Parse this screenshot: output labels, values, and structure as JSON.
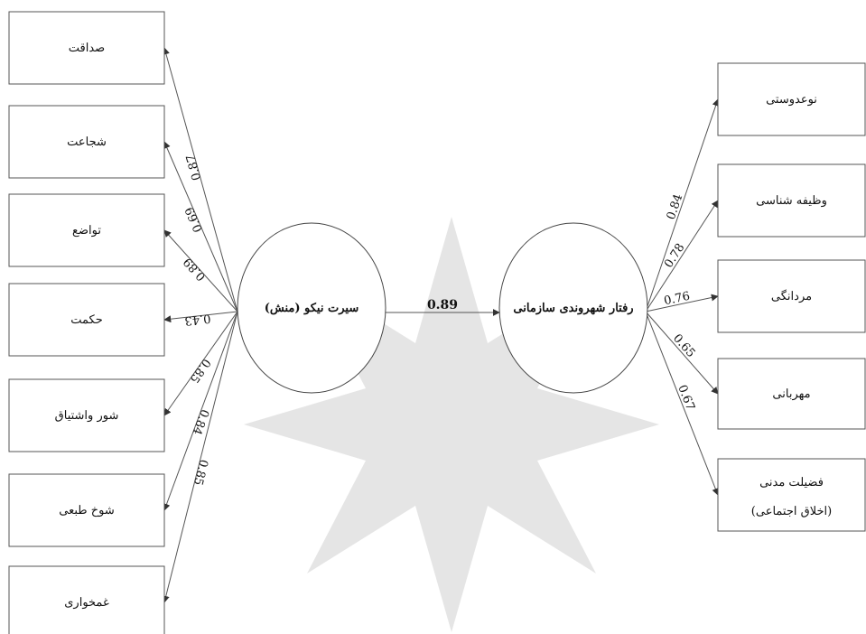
{
  "left_factor": {
    "label": "سیرت نیکو (منش)"
  },
  "right_factor": {
    "label": "رفتار شهروندی سازمانی"
  },
  "path_coefficient": "0.89",
  "left_indicators": [
    {
      "label": "صداقت",
      "loading": "0.87"
    },
    {
      "label": "شجاعت",
      "loading": "0.69"
    },
    {
      "label": "تواضع",
      "loading": "0.89"
    },
    {
      "label": "حکمت",
      "loading": "0.43"
    },
    {
      "label": "شور واشتیاق",
      "loading": "0.85"
    },
    {
      "label": "شوخ طبعی",
      "loading": "0.84"
    },
    {
      "label": "غمخواری",
      "loading": "0.85"
    }
  ],
  "right_indicators": [
    {
      "label": "نوعدوستی",
      "loading": "0.84"
    },
    {
      "label": "وظیفه شناسی",
      "loading": "0.78"
    },
    {
      "label": "مردانگی",
      "loading": "0.76"
    },
    {
      "label": "مهربانی",
      "loading": "0.65"
    },
    {
      "label": "فضیلت مدنی",
      "label2": "(اخلاق اجتماعی)",
      "loading": "0.67"
    }
  ]
}
